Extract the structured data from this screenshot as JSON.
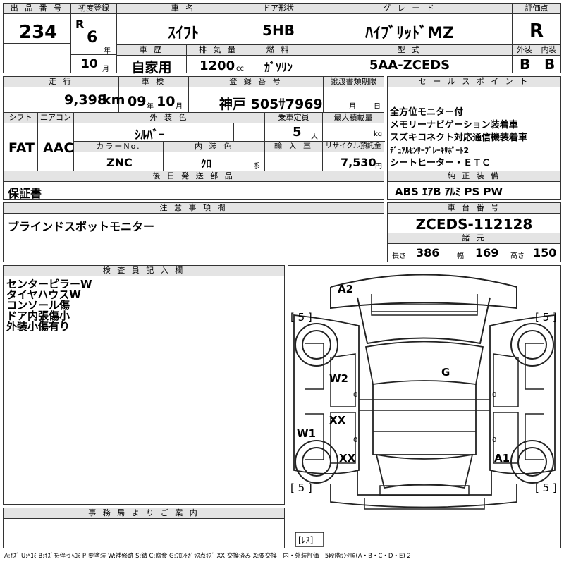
{
  "header": {
    "lot_label": "出 品 番 号",
    "lot_value": "234",
    "first_reg_label": "初度登録",
    "era": "R",
    "year_value": "6",
    "year_unit": "年",
    "month_value": "10",
    "month_unit": "月",
    "car_name_label": "車 名",
    "car_name_value": "ｽｲﾌﾄ",
    "door_label": "ドア形状",
    "door_value": "5HB",
    "grade_label": "グ レ ー ド",
    "grade_value": "ﾊｲﾌﾞﾘｯﾄﾞMZ",
    "score_label": "評価点",
    "score_value": "R",
    "history_label": "車 歴",
    "history_value": "自家用",
    "displacement_label": "排 気 量",
    "displacement_value": "1200",
    "displacement_unit": "cc",
    "fuel_label": "燃 料",
    "fuel_value": "ｶﾞｿﾘﾝ",
    "model_label": "型 式",
    "model_value": "5AA-ZCEDS",
    "exterior_label": "外装",
    "exterior_value": "B",
    "interior_label": "内装",
    "interior_value": "B"
  },
  "row2": {
    "mileage_label": "走 行",
    "mileage_value": "9,398",
    "mileage_unit": "km",
    "inspection_label": "車 検",
    "inspection_year": "09",
    "inspection_year_unit": "年",
    "inspection_month": "10",
    "inspection_month_unit": "月",
    "reg_label": "登 録 番 号",
    "reg_value": "神戸 505ｻ7969",
    "transfer_label": "譲渡書類期限",
    "transfer_month_unit": "月",
    "transfer_day_unit": "日",
    "shift_label": "シフト",
    "shift_value": "FAT",
    "ac_label": "エアコン",
    "ac_value": "AAC",
    "color_label": "外 装 色",
    "color_value": "ｼﾙﾊﾞｰ",
    "capacity_label": "乗車定員",
    "capacity_value": "5",
    "capacity_unit": "人",
    "load_label": "最大積載量",
    "load_unit": "kg",
    "color_no_label": "カラーNo.",
    "color_no_value": "ZNC",
    "int_color_label": "内 装 色",
    "int_color_value": "ｸﾛ",
    "int_color_suffix": "系",
    "import_label": "輸 入 車",
    "recycle_label": "リサイクル預託金",
    "recycle_value": "7,530",
    "recycle_unit": "円",
    "later_label": "後 日 発 送 部 品",
    "later_value": "保証書"
  },
  "sales": {
    "label": "セ ー ル ス ポ イ ン ト",
    "points": [
      "全方位モニター付",
      "メモリーナビゲーション装着車",
      "スズキコネクト対応通信機装着車",
      "ﾃﾞｭｱﾙｾﾝｻｰﾌﾞﾚｰｷｻﾎﾟｰﾄ2",
      "シートヒーター・ＥＴＣ"
    ],
    "equip_label": "純 正 装 備",
    "equip_value": "ABS ｴｱB ｱﾙﾐ PS PW"
  },
  "caution": {
    "label": "注 意 事 項 欄",
    "value": "ブラインドスポットモニター"
  },
  "chassis": {
    "label": "車 台 番 号",
    "value": "ZCEDS-112128",
    "spec_label": "諸 元",
    "length_label": "長さ",
    "length_value": "386",
    "width_label": "幅",
    "width_value": "169",
    "height_label": "高さ",
    "height_value": "150"
  },
  "inspector": {
    "label": "検 査 員 記 入 欄",
    "notes": [
      "センターピラーW",
      "タイヤハウスW",
      "コンソール傷",
      "ドア内張傷小",
      "外装小傷有り"
    ]
  },
  "diagram": {
    "marks": {
      "a2": "A2",
      "g": "G",
      "w2": "W2",
      "xx1": "XX",
      "w1": "W1",
      "xx2": "XX",
      "a1": "A1"
    },
    "tire_fl": "[ 5 ]",
    "tire_fr": "[ 5 ]",
    "tire_rl": "[ 5 ]",
    "tire_rr": "[ 5 ]",
    "spare": "[ﾚｽ]",
    "zero": "0"
  },
  "office": {
    "label": "事 務 局 よ り ご 案 内"
  },
  "legend": "A:ｷｽﾞ U:ﾍｺﾐ B:ｷｽﾞを伴うﾍｺﾐ P:要塗装 W:補修跡 S:錆 C:腐食 G:ﾌﾛﾝﾄｶﾞﾗｽ点ｷｽﾞ XX:交換済み X:要交換　内・外装評価　5段階ﾗﾝｸ順(A・B・C・D・E) 2"
}
